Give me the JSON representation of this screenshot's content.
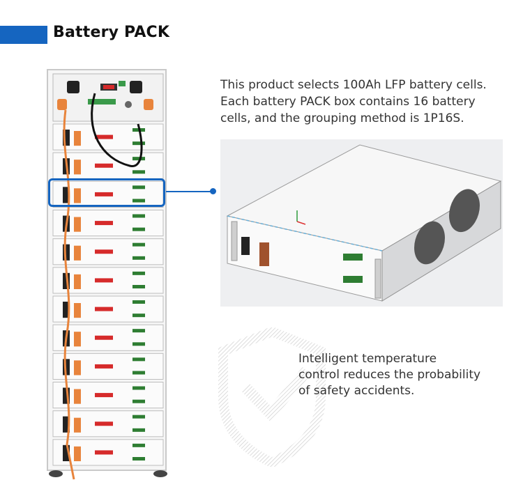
{
  "header": {
    "title": "Battery PACK"
  },
  "description": {
    "lines": [
      "This product selects 100Ah LFP battery cells.",
      "Each battery PACK box contains 16 battery",
      "cells, and the grouping method is 1P16S."
    ]
  },
  "feature": {
    "lines": [
      "Intelligent temperature",
      "control reduces the probability",
      "of safety accidents."
    ]
  },
  "rack": {
    "module_count": 12,
    "highlighted_module": 3
  },
  "colors": {
    "accent": "#1565c0",
    "cable_orange": "#e8843c",
    "module_logo_red": "#d62b2b"
  },
  "icons": [
    "shield-check-icon",
    "battery-pack-image",
    "battery-rack-image"
  ]
}
